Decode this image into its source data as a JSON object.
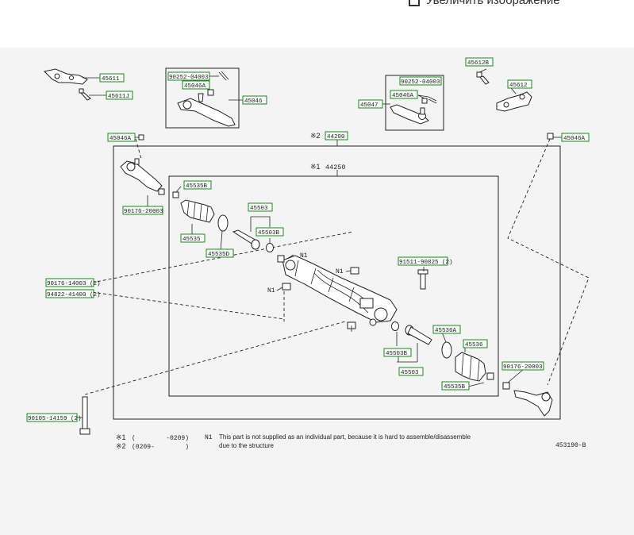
{
  "top_link": {
    "text": "Увеличить изображение",
    "icon": "expand-icon"
  },
  "groups": {
    "outer": {
      "mark": "※2",
      "code": "44200"
    },
    "inner": {
      "mark": "※1",
      "code": "44250"
    }
  },
  "labels": {
    "45611": "45611",
    "45611J": "45611J",
    "90252_a": "90252-04003",
    "45046A_a": "45046A",
    "45046": "45046",
    "90252_b": "90252-04003",
    "45046A_b": "45046A",
    "45047": "45047",
    "45612B": "45612B",
    "45612": "45612",
    "45046A_l": "45046A",
    "45046A_r": "45046A",
    "45535B_a": "45535B",
    "90176_a": "90176-20003",
    "45535": "45535",
    "45535D": "45535D",
    "45503_a": "45503",
    "45503B_a": "45503B",
    "90176_b": "90176-14003 (2)",
    "94822": "94822-41400 (2)",
    "91511": "91511-90825 (2)",
    "45536A": "45536A",
    "45503B_b": "45503B",
    "45503_b": "45503",
    "45536": "45536",
    "45535B_b": "45535B",
    "90176_c": "90176-20003",
    "90105": "90105-14159 (2)"
  },
  "n1_marks": [
    "N1",
    "N1",
    "N1"
  ],
  "notes": {
    "legend1": {
      "mark": "※1",
      "range": "(        -0209)"
    },
    "legend2": {
      "mark": "※2",
      "range": "(0209-        )"
    },
    "n1_key": "N1",
    "n1_line1": "This part is not supplied as an individual part,  because it is hard to assemble/disassemble",
    "n1_line2": "due to the structure",
    "diagram_code": "453190-B"
  }
}
